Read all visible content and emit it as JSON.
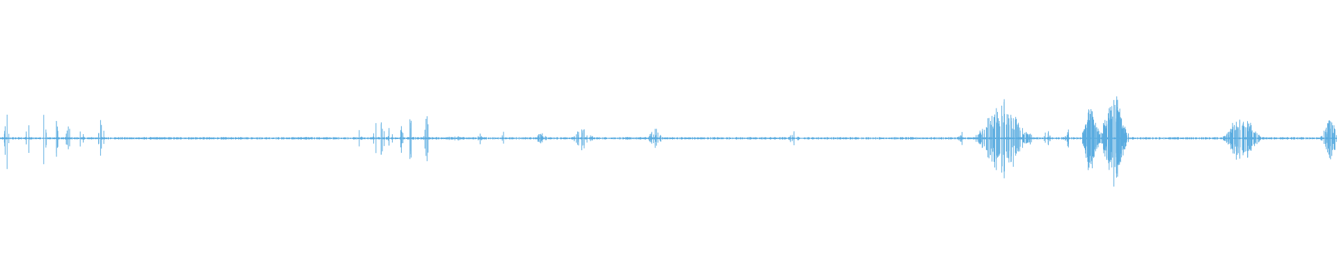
{
  "waveform": {
    "color": "#5aace0",
    "background": "#ffffff",
    "clusters": [
      {
        "t": 0.005,
        "amp": 0.24,
        "width": 0.002,
        "count": 5
      },
      {
        "t": 0.021,
        "amp": 0.2,
        "width": 0.002,
        "count": 4
      },
      {
        "t": 0.033,
        "amp": 0.22,
        "width": 0.002,
        "count": 4
      },
      {
        "t": 0.042,
        "amp": 0.18,
        "width": 0.002,
        "count": 4
      },
      {
        "t": 0.051,
        "amp": 0.2,
        "width": 0.002,
        "count": 4
      },
      {
        "t": 0.061,
        "amp": 0.14,
        "width": 0.002,
        "count": 4
      },
      {
        "t": 0.076,
        "amp": 0.16,
        "width": 0.003,
        "count": 5
      },
      {
        "t": 0.1,
        "amp": 0.005,
        "width": 0.06,
        "count": 80,
        "noise": true
      },
      {
        "t": 0.18,
        "amp": 0.008,
        "width": 0.07,
        "count": 90,
        "noise": true
      },
      {
        "t": 0.269,
        "amp": 0.06,
        "width": 0.002,
        "count": 3
      },
      {
        "t": 0.281,
        "amp": 0.14,
        "width": 0.002,
        "count": 4
      },
      {
        "t": 0.286,
        "amp": 0.18,
        "width": 0.002,
        "count": 4
      },
      {
        "t": 0.292,
        "amp": 0.12,
        "width": 0.002,
        "count": 4
      },
      {
        "t": 0.3,
        "amp": 0.14,
        "width": 0.002,
        "count": 4
      },
      {
        "t": 0.307,
        "amp": 0.18,
        "width": 0.002,
        "count": 4
      },
      {
        "t": 0.319,
        "amp": 0.26,
        "width": 0.002,
        "count": 5
      },
      {
        "t": 0.34,
        "amp": 0.02,
        "width": 0.01,
        "count": 20
      },
      {
        "t": 0.359,
        "amp": 0.05,
        "width": 0.002,
        "count": 3
      },
      {
        "t": 0.377,
        "amp": 0.06,
        "width": 0.002,
        "count": 3
      },
      {
        "t": 0.395,
        "amp": 0.03,
        "width": 0.002,
        "count": 3
      },
      {
        "t": 0.405,
        "amp": 0.04,
        "width": 0.006,
        "count": 12
      },
      {
        "t": 0.436,
        "amp": 0.09,
        "width": 0.008,
        "count": 20
      },
      {
        "t": 0.49,
        "amp": 0.07,
        "width": 0.006,
        "count": 16
      },
      {
        "t": 0.594,
        "amp": 0.07,
        "width": 0.004,
        "count": 10
      },
      {
        "t": 0.719,
        "amp": 0.06,
        "width": 0.003,
        "count": 6
      },
      {
        "t": 0.75,
        "amp": 0.26,
        "width": 0.02,
        "count": 90
      },
      {
        "t": 0.769,
        "amp": 0.08,
        "width": 0.004,
        "count": 10
      },
      {
        "t": 0.783,
        "amp": 0.1,
        "width": 0.003,
        "count": 8
      },
      {
        "t": 0.799,
        "amp": 0.06,
        "width": 0.003,
        "count": 8
      },
      {
        "t": 0.816,
        "amp": 0.26,
        "width": 0.007,
        "count": 60
      },
      {
        "t": 0.833,
        "amp": 0.31,
        "width": 0.011,
        "count": 80
      },
      {
        "t": 0.929,
        "amp": 0.18,
        "width": 0.014,
        "count": 70
      },
      {
        "t": 0.995,
        "amp": 0.14,
        "width": 0.008,
        "count": 40
      }
    ]
  }
}
